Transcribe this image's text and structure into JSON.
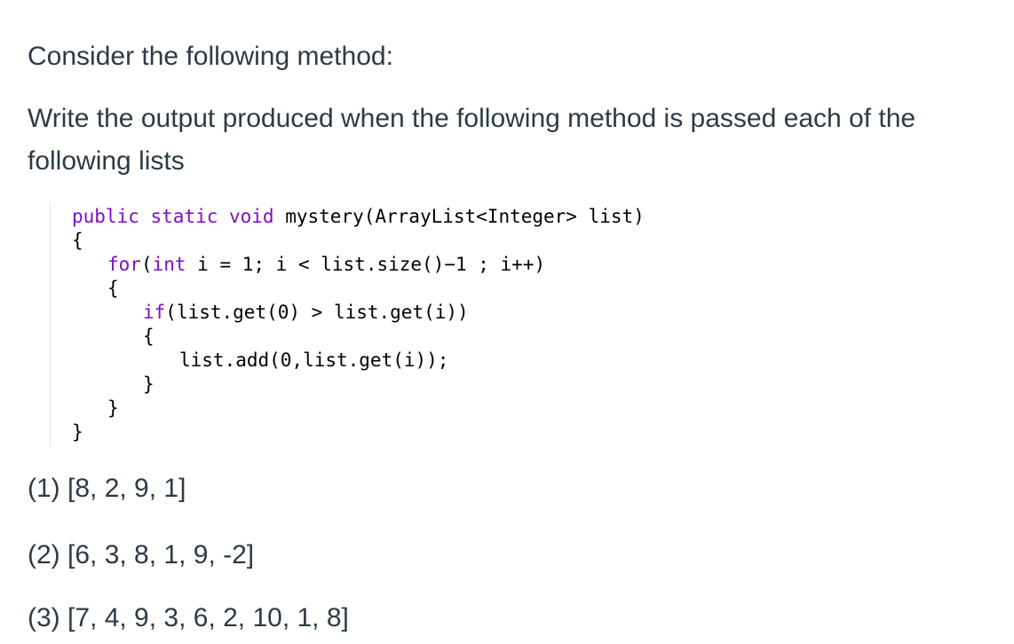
{
  "intro": "Consider the following method:",
  "question": "Write the output produced when the following method is passed each of the following lists",
  "code": {
    "line1_kw": "public static void",
    "line1_rest": " mystery(ArrayList<Integer> list)",
    "line2": "{",
    "line3_kw1": "for",
    "line3_mid": "(",
    "line3_kw2": "int",
    "line3_rest": " i = 1; i < list.size()−1 ; i++)",
    "line4": "{",
    "line5_kw": "if",
    "line5_rest": "(list.get(0) > list.get(i))",
    "line6": "{",
    "line7": "list.add(0,list.get(i));",
    "line8": "}",
    "line9": "}",
    "line10": "}"
  },
  "lists": [
    "(1) [8, 2, 9, 1]",
    "(2) [6, 3, 8, 1, 9, -2]",
    "(3) [7, 4, 9, 3, 6, 2, 10, 1, 8]"
  ],
  "colors": {
    "text": "#2d3b45",
    "keyword": "#7f0dc4",
    "code": "#000000"
  }
}
